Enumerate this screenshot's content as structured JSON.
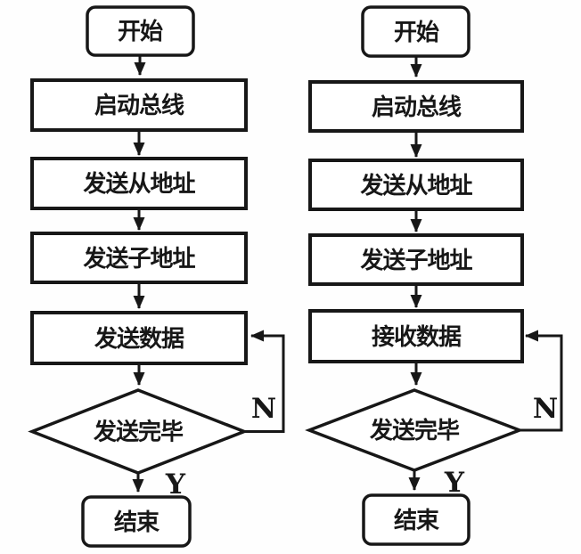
{
  "colors": {
    "line": "#171717",
    "background": "#ffffff",
    "text": "#171717"
  },
  "charts": [
    {
      "name": "send-flow",
      "nodes": {
        "start": "开始",
        "step1": "启动总线",
        "step2": "发送从地址",
        "step3": "发送子地址",
        "step4": "发送数据",
        "decision": "发送完毕",
        "end": "结束"
      },
      "labels": {
        "no": "N",
        "yes": "Y"
      }
    },
    {
      "name": "receive-flow",
      "nodes": {
        "start": "开始",
        "step1": "启动总线",
        "step2": "发送从地址",
        "step3": "发送子地址",
        "step4": "接收数据",
        "decision": "发送完毕",
        "end": "结束"
      },
      "labels": {
        "no": "N",
        "yes": "Y"
      }
    }
  ]
}
